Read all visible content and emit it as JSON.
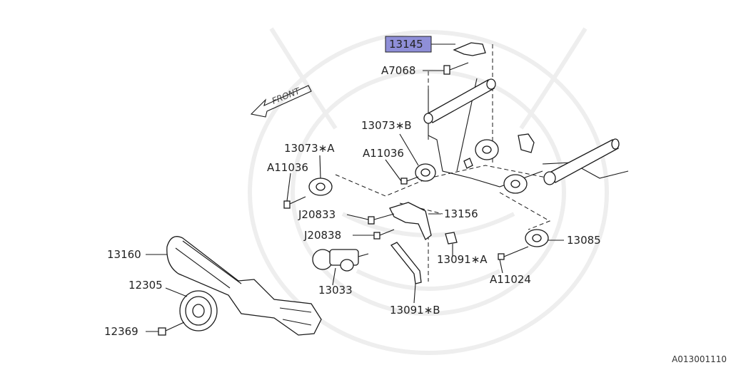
{
  "diagram": {
    "code": "A013001110",
    "front_label": "FRONT",
    "highlight_color": "#8f8fd8",
    "labels": {
      "p13145": "13145",
      "a7068": "A7068",
      "p13073b": "13073∗B",
      "a11036_upper": "A11036",
      "p13073a": "13073∗A",
      "a11036_left": "A11036",
      "j20833": "J20833",
      "p13156": "13156",
      "j20838": "J20838",
      "p13091a": "13091∗A",
      "p13085": "13085",
      "a11024": "A11024",
      "p13160": "13160",
      "p13033": "13033",
      "p12305": "12305",
      "p13091b": "13091∗B",
      "p12369": "12369"
    }
  }
}
